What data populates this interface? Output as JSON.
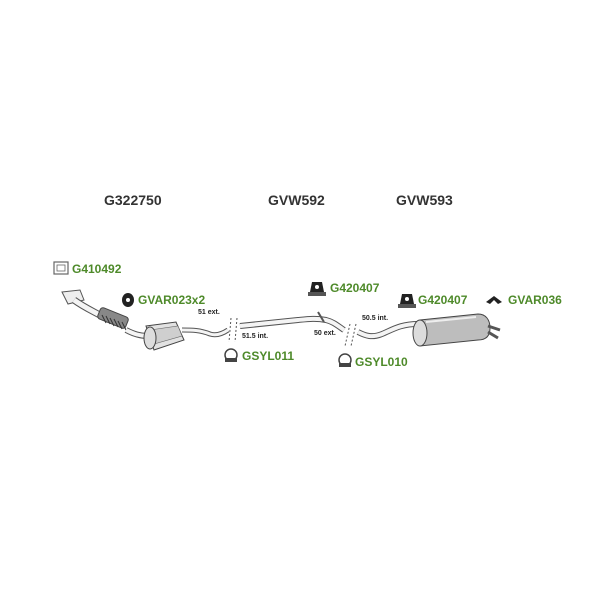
{
  "sections": {
    "catalyst": "G322750",
    "middle_pipe": "GVW592",
    "rear_silencer": "GVW593"
  },
  "parts": {
    "gasket": "G410492",
    "mounting_rubber_front": "GVAR023x2",
    "clamp_front": "GSYL011",
    "hanger_mid": "G420407",
    "clamp_rear": "GSYL010",
    "hanger_rear": "G420407",
    "rear_rubber": "GVAR036"
  },
  "dimensions": {
    "d1": "51 ext.",
    "d2": "51.5 int.",
    "d3": "50 ext.",
    "d4": "50.5 int."
  },
  "colors": {
    "part_code": "#4e8a2a",
    "line": "#555555"
  }
}
